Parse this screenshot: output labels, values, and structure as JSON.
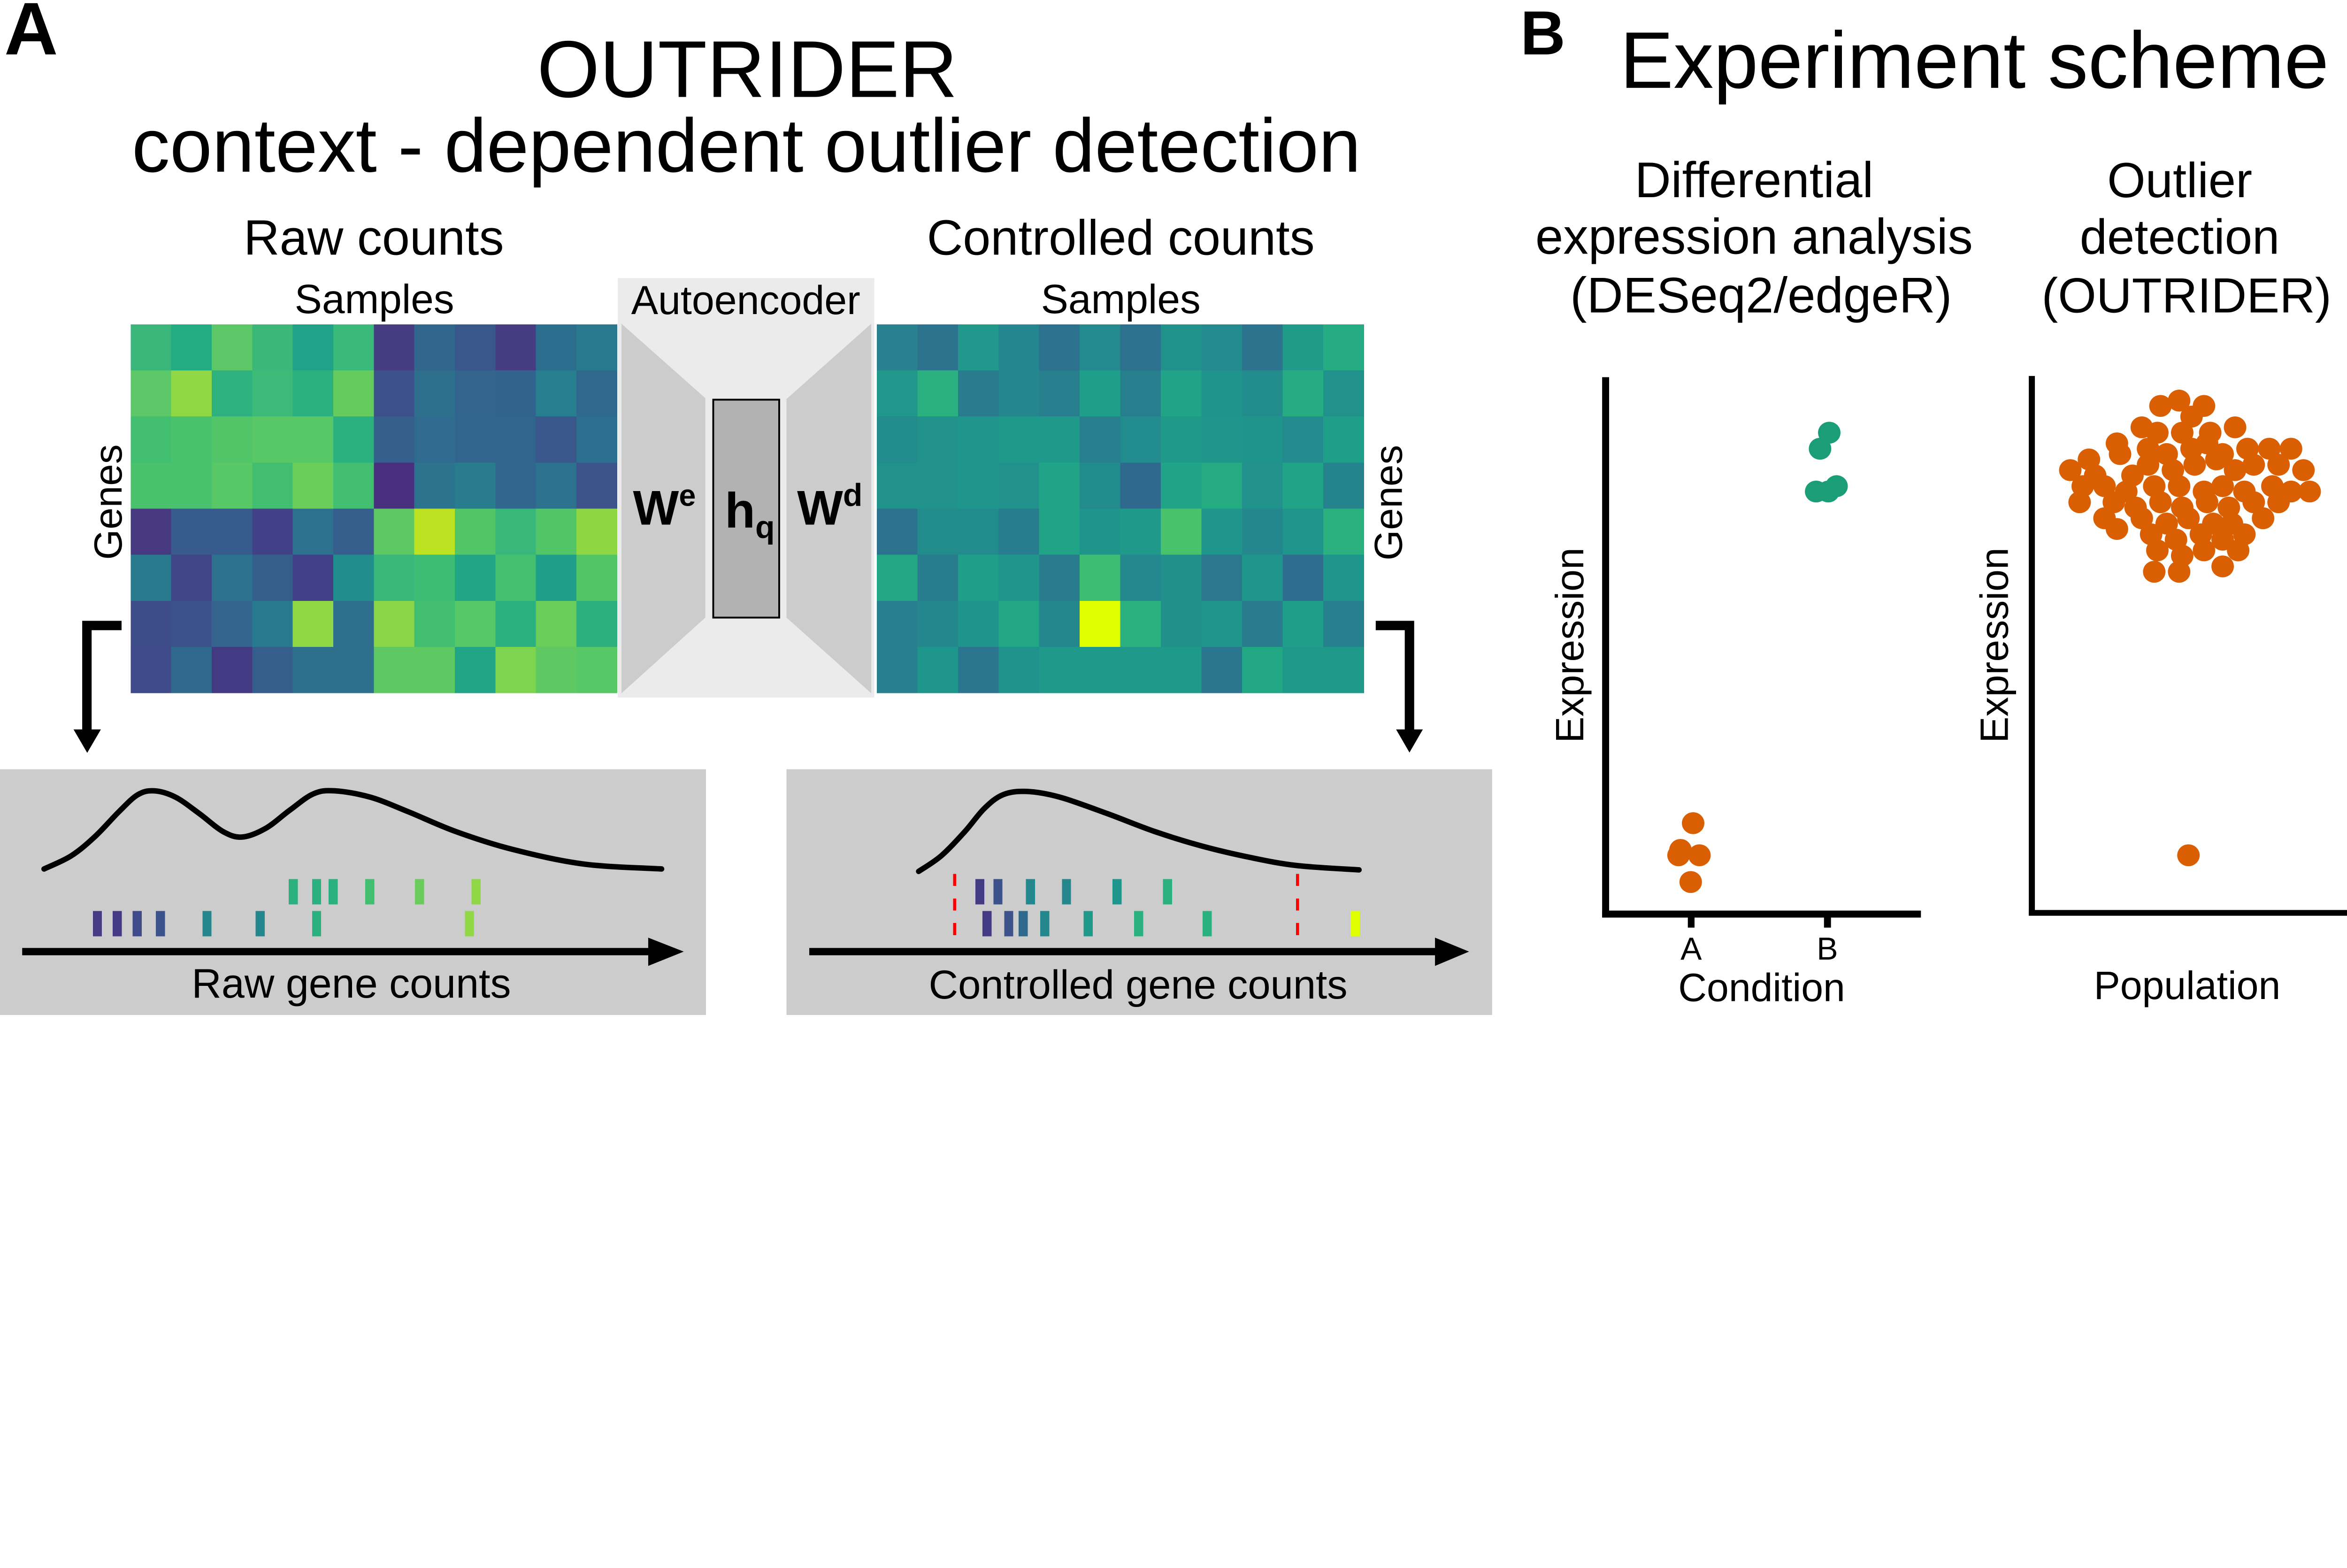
{
  "panel_a": {
    "letter": "A",
    "title": "OUTRIDER",
    "subtitle": "context - dependent outlier detection",
    "raw_counts_title": "Raw counts",
    "controlled_counts_title": "Controlled counts",
    "samples_label": "Samples",
    "genes_label": "Genes",
    "autoencoder": {
      "title": "Autoencoder",
      "encoder_label": "W",
      "encoder_sup": "e",
      "hidden_label": "h",
      "hidden_sub": "q",
      "decoder_label": "W",
      "decoder_sup": "d"
    },
    "raw_heatmap": [
      [
        "#3bb67a",
        "#23ab82",
        "#5bc766",
        "#3bb77a",
        "#1fa287",
        "#3ab97a",
        "#463c81",
        "#31668d",
        "#38588c",
        "#463c81",
        "#2c6e8e",
        "#297a8e"
      ],
      [
        "#5bc766",
        "#8fd744",
        "#2db17e",
        "#3db978",
        "#2bb07f",
        "#65cb5e",
        "#3c508b",
        "#2e6f8e",
        "#32648e",
        "#32638e",
        "#277e8e",
        "#31688e"
      ],
      [
        "#42be71",
        "#4ac16d",
        "#52c569",
        "#58c765",
        "#58c765",
        "#2bb07f",
        "#345f8d",
        "#2f6b8e",
        "#32658e",
        "#32658e",
        "#3a578c",
        "#2c6f8e"
      ],
      [
        "#4ac16d",
        "#4ac16d",
        "#58c765",
        "#42be71",
        "#6bcd5a",
        "#42be71",
        "#4a2f7f",
        "#2c738e",
        "#287c8e",
        "#31668e",
        "#2c718e",
        "#3d548b"
      ],
      [
        "#473a80",
        "#375b8d",
        "#375b8d",
        "#424086",
        "#2c718e",
        "#355e8d",
        "#5ec962",
        "#bde222",
        "#52c569",
        "#38b77b",
        "#52c569",
        "#8ed644"
      ],
      [
        "#27798e",
        "#404588",
        "#2c718e",
        "#345f8d",
        "#424086",
        "#218d8c",
        "#38b77b",
        "#3dbc74",
        "#21a685",
        "#45bf70",
        "#1f9e89",
        "#52c569"
      ],
      [
        "#3d4d8a",
        "#3b528b",
        "#32648e",
        "#277a8e",
        "#8fd744",
        "#2e6f8e",
        "#8bd646",
        "#42be71",
        "#58c765",
        "#2bb07f",
        "#6acd5b",
        "#2cb17e"
      ],
      [
        "#3e4a89",
        "#30688e",
        "#443a83",
        "#355e8d",
        "#2e6f8e",
        "#2e6f8e",
        "#5ec962",
        "#5ec962",
        "#21a586",
        "#7ed34f",
        "#5ec962",
        "#58c765"
      ]
    ],
    "controlled_heatmap": [
      [
        "#27818e",
        "#2c738e",
        "#20988b",
        "#24868e",
        "#2c718e",
        "#238a8d",
        "#2c718e",
        "#20928c",
        "#238a8d",
        "#2c748e",
        "#209a89",
        "#25ac82"
      ],
      [
        "#1f988b",
        "#2bb07f",
        "#287c8e",
        "#24868e",
        "#277f8e",
        "#1f9e89",
        "#277f8e",
        "#20a386",
        "#1f948c",
        "#228c8d",
        "#25ac82",
        "#21918c"
      ],
      [
        "#228c8d",
        "#21918c",
        "#1f968b",
        "#1f9a8a",
        "#1f9a8a",
        "#277f8e",
        "#228b8d",
        "#1f9a8a",
        "#1f968b",
        "#1f948c",
        "#238a8d",
        "#1f9e89"
      ],
      [
        "#21918c",
        "#21918c",
        "#1f968b",
        "#21918c",
        "#20a386",
        "#228c8d",
        "#30698e",
        "#20a386",
        "#25ab82",
        "#21918c",
        "#20a386",
        "#25838e"
      ],
      [
        "#2c718e",
        "#228c8d",
        "#228c8d",
        "#277c8e",
        "#20a386",
        "#1f948c",
        "#1f9a8a",
        "#4ac16d",
        "#1f968b",
        "#24878e",
        "#1f968b",
        "#2bb07f"
      ],
      [
        "#22a785",
        "#277c8e",
        "#1f9e89",
        "#1f968b",
        "#287c8e",
        "#3dbc74",
        "#23898e",
        "#21908d",
        "#2c768e",
        "#1f968b",
        "#2e6d8e",
        "#1f968b"
      ],
      [
        "#27808e",
        "#24878e",
        "#1f948c",
        "#22a785",
        "#24878e",
        "#dfff00",
        "#2bb07f",
        "#21908d",
        "#1f968b",
        "#287c8e",
        "#1f9e89",
        "#27808e"
      ],
      [
        "#27808e",
        "#1f968b",
        "#2c758e",
        "#20928c",
        "#1f9a8a",
        "#1f9a8a",
        "#1f9a8a",
        "#1f9a8a",
        "#2c758e",
        "#22a785",
        "#1f9a8a",
        "#1f9a8a"
      ]
    ],
    "raw_distribution": {
      "axis_label": "Raw gene counts",
      "bars_top": [
        {
          "pos": 0.405,
          "color": "#2bb07f"
        },
        {
          "pos": 0.44,
          "color": "#2bb07f"
        },
        {
          "pos": 0.465,
          "color": "#2bb07f"
        },
        {
          "pos": 0.52,
          "color": "#42be71"
        },
        {
          "pos": 0.595,
          "color": "#6acd5b"
        },
        {
          "pos": 0.68,
          "color": "#8fd744"
        }
      ],
      "bars_bottom": [
        {
          "pos": 0.11,
          "color": "#463c81"
        },
        {
          "pos": 0.14,
          "color": "#443a83"
        },
        {
          "pos": 0.17,
          "color": "#3e4a89"
        },
        {
          "pos": 0.205,
          "color": "#3b528b"
        },
        {
          "pos": 0.275,
          "color": "#24878e"
        },
        {
          "pos": 0.355,
          "color": "#24878e"
        },
        {
          "pos": 0.44,
          "color": "#2bb07f"
        },
        {
          "pos": 0.67,
          "color": "#8fd744"
        }
      ]
    },
    "controlled_distribution": {
      "axis_label": "Controlled gene counts",
      "bars_top": [
        {
          "pos": 0.265,
          "color": "#443a83"
        },
        {
          "pos": 0.29,
          "color": "#3b528b"
        },
        {
          "pos": 0.335,
          "color": "#24878e"
        },
        {
          "pos": 0.385,
          "color": "#24878e"
        },
        {
          "pos": 0.455,
          "color": "#1f968b"
        },
        {
          "pos": 0.525,
          "color": "#2bb07f"
        }
      ],
      "bars_bottom": [
        {
          "pos": 0.275,
          "color": "#443a83"
        },
        {
          "pos": 0.305,
          "color": "#3b528b"
        },
        {
          "pos": 0.325,
          "color": "#30698e"
        },
        {
          "pos": 0.355,
          "color": "#24878e"
        },
        {
          "pos": 0.415,
          "color": "#1f9a8a"
        },
        {
          "pos": 0.485,
          "color": "#2bb07f"
        },
        {
          "pos": 0.58,
          "color": "#2bb07f"
        },
        {
          "pos": 0.785,
          "color": "#dfff00"
        }
      ],
      "cutoff_lower": 0.23,
      "cutoff_upper": 0.705,
      "cutoff_color": "#ff0000"
    }
  },
  "panel_b": {
    "letter": "B",
    "title": "Experiment scheme",
    "de_title_lines": [
      "Differential",
      "expression analysis",
      "(DESeq2/edgeR)"
    ],
    "od_title_lines": [
      "Outlier",
      "detection",
      "(OUTRIDER)"
    ],
    "colors": {
      "condition_a": "#d95f02",
      "condition_b": "#1b9e77",
      "population": "#d95f02"
    }
  },
  "chart_data": [
    {
      "type": "scatter",
      "title": "Differential expression analysis (DESeq2/edgeR)",
      "xlabel": "Condition",
      "ylabel": "Expression",
      "categories": [
        "A",
        "B"
      ],
      "ylim": [
        0,
        1
      ],
      "series": [
        {
          "name": "A",
          "points": [
            [
              -0.22,
              0.11
            ],
            [
              -0.26,
              0.1
            ],
            [
              0.04,
              0.16
            ],
            [
              0.17,
              0.1
            ],
            [
              -0.01,
              0.05
            ]
          ]
        },
        {
          "name": "B",
          "points": [
            [
              -0.15,
              0.86
            ],
            [
              0.04,
              0.89
            ],
            [
              -0.23,
              0.78
            ],
            [
              0.02,
              0.78
            ],
            [
              0.19,
              0.79
            ]
          ]
        }
      ]
    },
    {
      "type": "scatter",
      "title": "Outlier detection (OUTRIDER)",
      "xlabel": "Population",
      "ylabel": "Expression",
      "ylim": [
        0,
        1
      ],
      "series": [
        {
          "name": "Population",
          "points": [
            [
              0.4,
              0.94
            ],
            [
              0.46,
              0.95
            ],
            [
              0.54,
              0.94
            ],
            [
              0.5,
              0.92
            ],
            [
              0.34,
              0.9
            ],
            [
              0.39,
              0.89
            ],
            [
              0.47,
              0.89
            ],
            [
              0.56,
              0.89
            ],
            [
              0.64,
              0.9
            ],
            [
              0.26,
              0.87
            ],
            [
              0.27,
              0.85
            ],
            [
              0.36,
              0.86
            ],
            [
              0.42,
              0.85
            ],
            [
              0.5,
              0.86
            ],
            [
              0.55,
              0.87
            ],
            [
              0.6,
              0.85
            ],
            [
              0.68,
              0.86
            ],
            [
              0.75,
              0.86
            ],
            [
              0.82,
              0.86
            ],
            [
              0.17,
              0.84
            ],
            [
              0.11,
              0.82
            ],
            [
              0.19,
              0.81
            ],
            [
              0.31,
              0.81
            ],
            [
              0.36,
              0.83
            ],
            [
              0.44,
              0.82
            ],
            [
              0.51,
              0.83
            ],
            [
              0.58,
              0.84
            ],
            [
              0.64,
              0.82
            ],
            [
              0.7,
              0.83
            ],
            [
              0.78,
              0.83
            ],
            [
              0.86,
              0.82
            ],
            [
              0.15,
              0.79
            ],
            [
              0.22,
              0.79
            ],
            [
              0.29,
              0.78
            ],
            [
              0.38,
              0.79
            ],
            [
              0.46,
              0.79
            ],
            [
              0.54,
              0.78
            ],
            [
              0.6,
              0.79
            ],
            [
              0.67,
              0.78
            ],
            [
              0.76,
              0.79
            ],
            [
              0.82,
              0.78
            ],
            [
              0.88,
              0.78
            ],
            [
              0.14,
              0.76
            ],
            [
              0.25,
              0.76
            ],
            [
              0.32,
              0.75
            ],
            [
              0.4,
              0.76
            ],
            [
              0.47,
              0.75
            ],
            [
              0.55,
              0.76
            ],
            [
              0.62,
              0.75
            ],
            [
              0.7,
              0.76
            ],
            [
              0.78,
              0.76
            ],
            [
              0.22,
              0.73
            ],
            [
              0.34,
              0.73
            ],
            [
              0.42,
              0.72
            ],
            [
              0.49,
              0.73
            ],
            [
              0.57,
              0.72
            ],
            [
              0.63,
              0.72
            ],
            [
              0.73,
              0.73
            ],
            [
              0.26,
              0.71
            ],
            [
              0.37,
              0.7
            ],
            [
              0.45,
              0.69
            ],
            [
              0.53,
              0.7
            ],
            [
              0.6,
              0.69
            ],
            [
              0.67,
              0.7
            ],
            [
              0.39,
              0.67
            ],
            [
              0.47,
              0.66
            ],
            [
              0.54,
              0.67
            ],
            [
              0.65,
              0.67
            ],
            [
              0.38,
              0.63
            ],
            [
              0.46,
              0.63
            ],
            [
              0.6,
              0.64
            ]
          ]
        },
        {
          "name": "Outlier",
          "points": [
            [
              0.49,
              0.1
            ]
          ]
        }
      ]
    }
  ]
}
